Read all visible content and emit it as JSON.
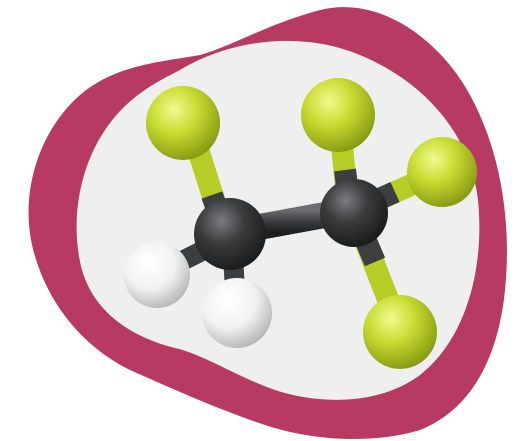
{
  "image": {
    "subject": "ball-and-stick-molecule",
    "colors": {
      "background": "#ffffff",
      "outer_blob": "#b73a63",
      "inner_blob": "#efefef",
      "carbon": "#3a3c3d",
      "fluorine": "#c8dc32",
      "hydrogen": "#f2f2f2",
      "bond_carbon": "#3c3e40",
      "bond_fluorine": "#c6da30",
      "bond_hydrogen": "#e6e6e6"
    },
    "atoms": [
      {
        "element": "F",
        "name": "fluorine-atom-top-left"
      },
      {
        "element": "F",
        "name": "fluorine-atom-top-middle"
      },
      {
        "element": "F",
        "name": "fluorine-atom-right"
      },
      {
        "element": "F",
        "name": "fluorine-atom-bottom-right"
      },
      {
        "element": "C",
        "name": "carbon-atom-left"
      },
      {
        "element": "C",
        "name": "carbon-atom-right"
      },
      {
        "element": "H",
        "name": "hydrogen-atom-left"
      },
      {
        "element": "H",
        "name": "hydrogen-atom-bottom"
      }
    ]
  }
}
